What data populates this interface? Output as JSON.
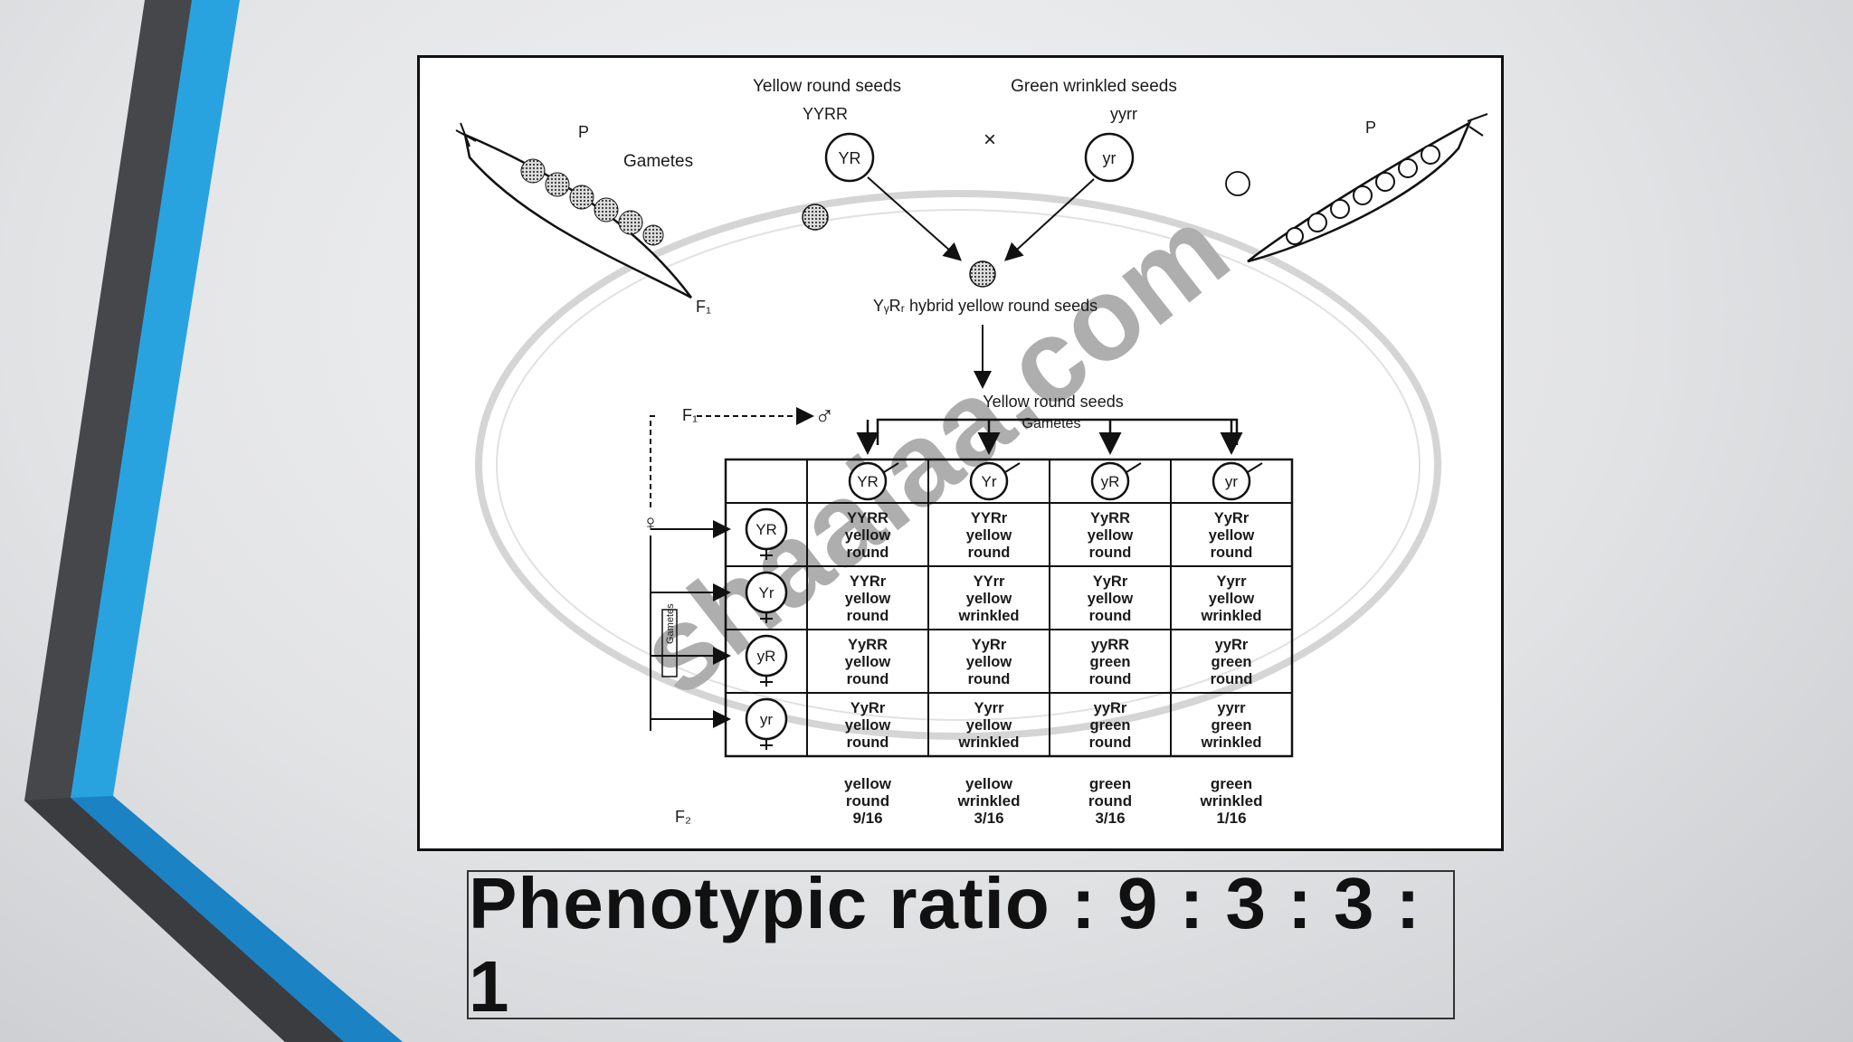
{
  "parents": {
    "left_title": "Yellow round seeds",
    "left_genotype": "YYRR",
    "right_title": "Green wrinkled seeds",
    "right_genotype": "yyrr",
    "cross_symbol": "×",
    "p_label": "P",
    "gametes_label": "Gametes",
    "left_gamete": "YR",
    "right_gamete": "yr"
  },
  "f1": {
    "label": "F₁",
    "caption": "YᵧRᵣ hybrid yellow round seeds",
    "f1_selfing_label": "F₁",
    "male_symbol": "♂",
    "female_symbol": "♀",
    "self_title": "Yellow round seeds",
    "self_gametes": "Gametes",
    "side_gametes": "Gametes"
  },
  "punnett": {
    "male_gametes": [
      "YR",
      "Yr",
      "yR",
      "yr"
    ],
    "female_gametes": [
      "YR",
      "Yr",
      "yR",
      "yr"
    ],
    "cells": [
      [
        [
          "YYRR",
          "yellow",
          "round"
        ],
        [
          "YYRr",
          "yellow",
          "round"
        ],
        [
          "YyRR",
          "yellow",
          "round"
        ],
        [
          "YyRr",
          "yellow",
          "round"
        ]
      ],
      [
        [
          "YYRr",
          "yellow",
          "round"
        ],
        [
          "YYrr",
          "yellow",
          "wrinkled"
        ],
        [
          "YyRr",
          "yellow",
          "round"
        ],
        [
          "Yyrr",
          "yellow",
          "wrinkled"
        ]
      ],
      [
        [
          "YyRR",
          "yellow",
          "round"
        ],
        [
          "YyRr",
          "yellow",
          "round"
        ],
        [
          "yyRR",
          "green",
          "round"
        ],
        [
          "yyRr",
          "green",
          "round"
        ]
      ],
      [
        [
          "YyRr",
          "yellow",
          "round"
        ],
        [
          "Yyrr",
          "yellow",
          "wrinkled"
        ],
        [
          "yyRr",
          "green",
          "round"
        ],
        [
          "yyrr",
          "green",
          "wrinkled"
        ]
      ]
    ]
  },
  "f2": {
    "label": "F₂",
    "summary": [
      [
        "yellow",
        "round",
        "9/16"
      ],
      [
        "yellow",
        "wrinkled",
        "3/16"
      ],
      [
        "green",
        "round",
        "3/16"
      ],
      [
        "green",
        "wrinkled",
        "1/16"
      ]
    ]
  },
  "watermark": "shaalaa.com",
  "ratio_text": "Phenotypic ratio : 9 : 3 : 3 : 1",
  "colors": {
    "accent_blue": "#29a3e0",
    "dark_blue": "#1b82c4",
    "dark_gray": "#45474b",
    "mid_gray": "#5d6064"
  }
}
